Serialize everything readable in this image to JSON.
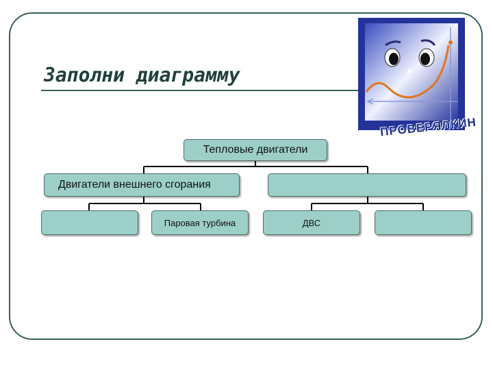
{
  "slide": {
    "title": "Заполни диаграмму"
  },
  "logo": {
    "caption": "ПРОВЕРЯЛКИН",
    "colors": {
      "background": "#2b3aa8",
      "curve": "#e0751f",
      "face": "#ffffff"
    }
  },
  "diagram": {
    "root": {
      "label": "Тепловые двигатели"
    },
    "left": {
      "label": "Двигатели внешнего сгорания",
      "children": [
        {
          "label": ""
        },
        {
          "label": "Паровая турбина"
        }
      ]
    },
    "right": {
      "label": "",
      "children": [
        {
          "label": "ДВС"
        },
        {
          "label": ""
        }
      ]
    },
    "colors": {
      "box_fill": "#9ccfc8",
      "box_border": "#4f6a6a",
      "line": "#000000"
    }
  }
}
